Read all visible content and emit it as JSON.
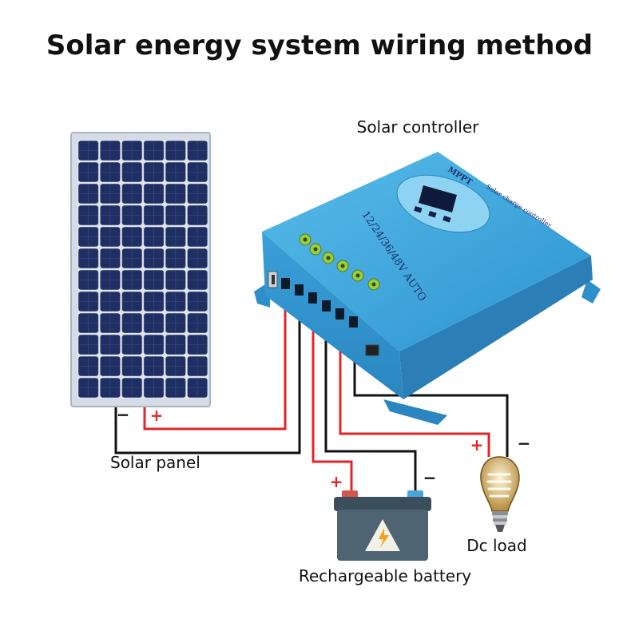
{
  "title": "Solar energy system wiring method",
  "labels": {
    "controller": "Solar controller",
    "panel": "Solar panel",
    "battery": "Rechargeable battery",
    "load": "Dc load"
  },
  "controller": {
    "brand": "MPPT",
    "name": "Solar charge controller",
    "voltage": "12/24/36/48V AUTO"
  },
  "signs": {
    "panel_minus": "−",
    "panel_plus": "+",
    "battery_plus": "+",
    "battery_minus": "−",
    "load_plus": "+",
    "load_minus": "−"
  },
  "colors": {
    "wire_positive": "#e0262b",
    "wire_negative": "#111111",
    "controller_body": "#3aa2d8",
    "panel_cell": "#1f2f63",
    "battery_body": "#4f6473"
  }
}
